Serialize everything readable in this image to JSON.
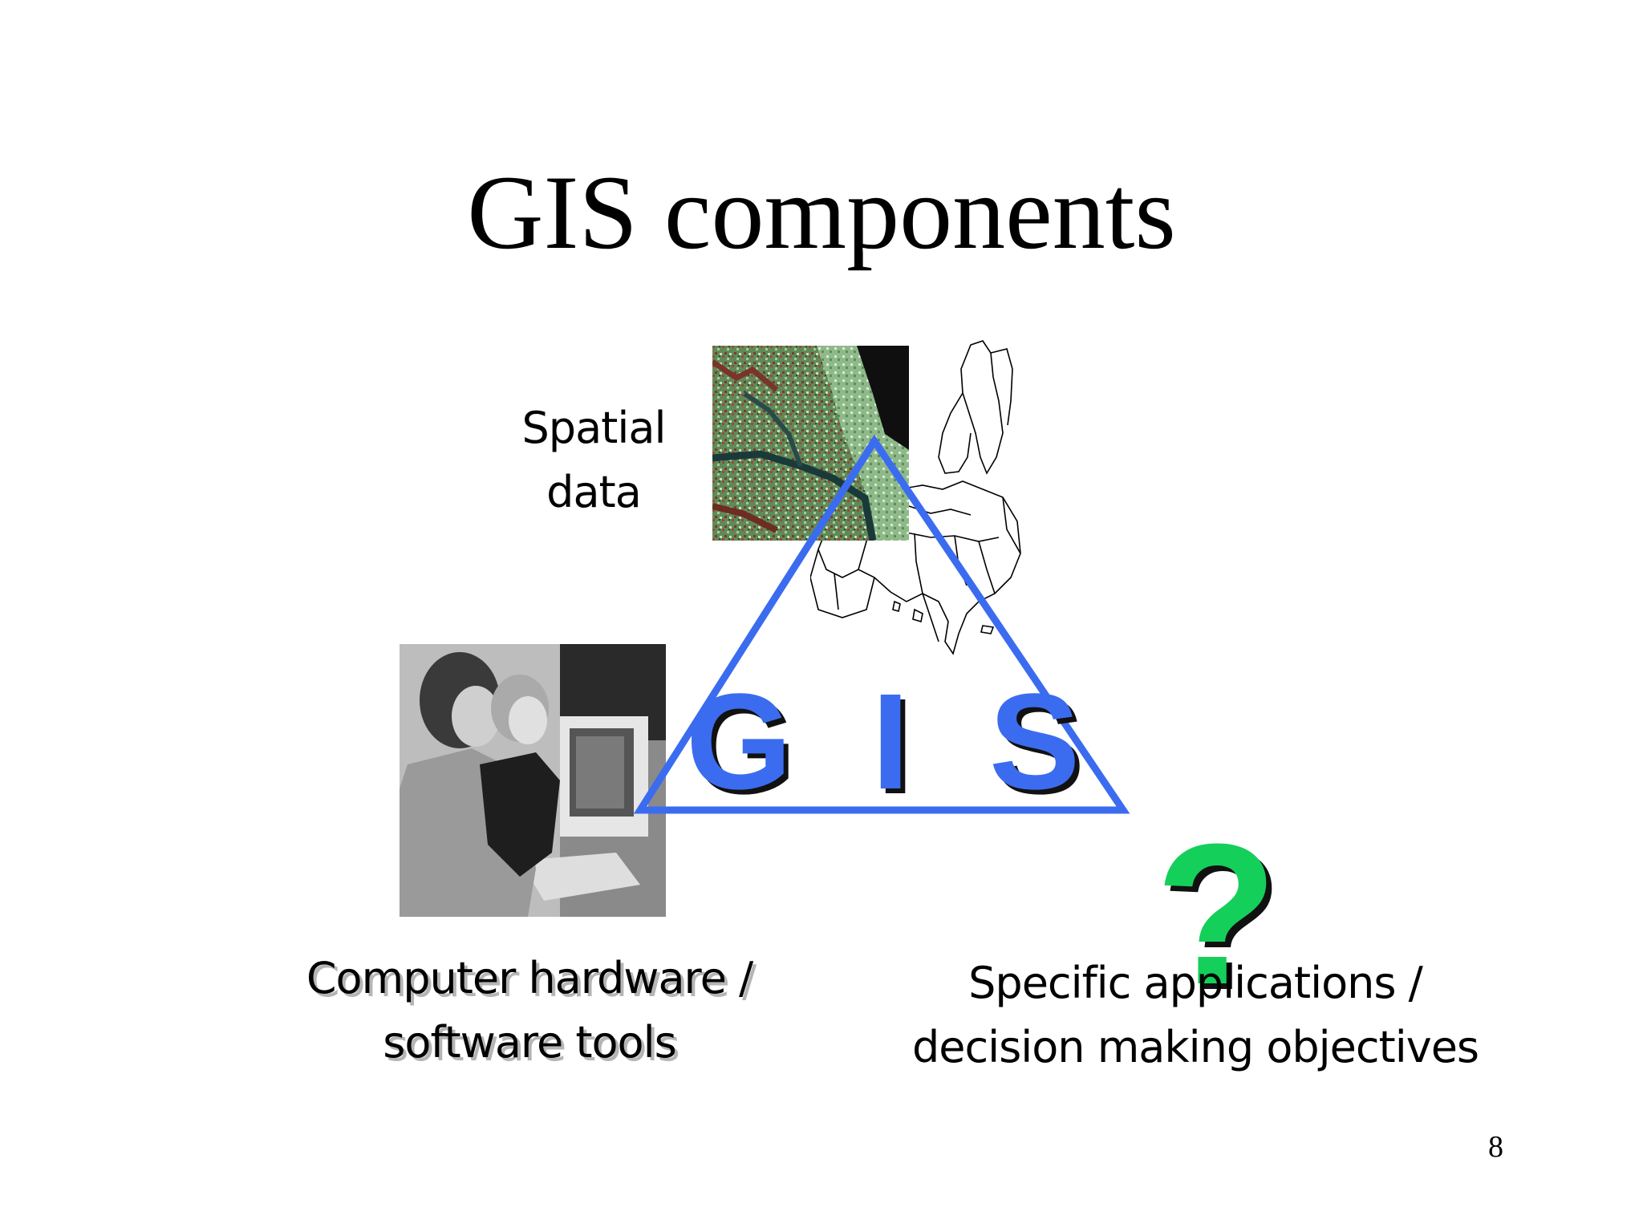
{
  "slide": {
    "title": "GIS components",
    "page_number": "8"
  },
  "components": {
    "spatial_data": [
      "Spatial",
      "data"
    ],
    "hardware": [
      "Computer hardware /",
      "software tools"
    ],
    "applications": [
      "Specific applications /",
      "decision making objectives"
    ]
  },
  "center_label": "G I S",
  "question_symbol": "?",
  "icons": {
    "satellite": "satellite-image-icon",
    "people": "people-at-computer-photo",
    "europe": "europe-outline-map-icon",
    "question": "question-mark-icon"
  },
  "colors": {
    "triangle": "#3b6cf0",
    "gis_text": "#3b6cf0",
    "question_mark": "#14cf5a",
    "shadow": "#111111"
  }
}
